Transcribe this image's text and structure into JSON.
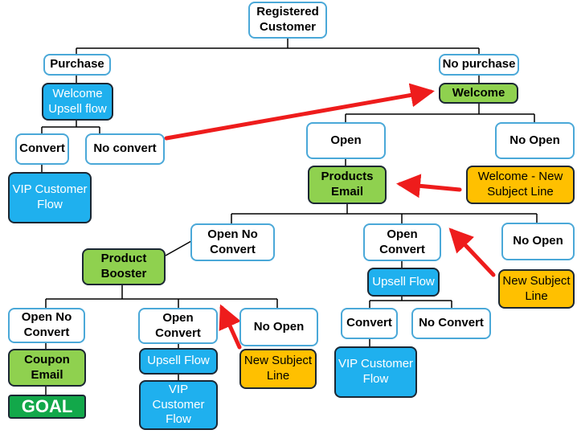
{
  "colors": {
    "node_white_border": "#4aa8d8",
    "node_blue": "#1fb0ee",
    "node_green": "#8fd14f",
    "node_orange": "#ffc000",
    "node_goal": "#12a84a",
    "arrow": "#ee1c1c",
    "connector": "#000000"
  },
  "nodes": {
    "registered_customer": "Registered Customer",
    "purchase": "Purchase",
    "no_purchase": "No purchase",
    "welcome_upsell_flow": "Welcome Upsell flow",
    "welcome": "Welcome",
    "convert_1": "Convert",
    "no_convert_1": "No convert",
    "vip_customer_flow_1": "VIP Customer Flow",
    "open_1": "Open",
    "no_open_1": "No Open",
    "products_email": "Products Email",
    "welcome_new_subject_line": "Welcome - New Subject Line",
    "open_no_convert_1": "Open No Convert",
    "open_convert_1": "Open Convert",
    "no_open_2": "No Open",
    "product_booster": "Product Booster",
    "upsell_flow_1": "Upsell Flow",
    "new_subject_line_1": "New Subject Line",
    "open_no_convert_2": "Open No Convert",
    "open_convert_2": "Open Convert",
    "no_open_3": "No Open",
    "convert_2": "Convert",
    "no_convert_2": "No Convert",
    "coupon_email": "Coupon Email",
    "upsell_flow_2": "Upsell Flow",
    "new_subject_line_2": "New Subject Line",
    "vip_customer_flow_2": "VIP Customer Flow",
    "vip_customer_flow_3": "VIP Customer Flow",
    "goal": "GOAL"
  }
}
